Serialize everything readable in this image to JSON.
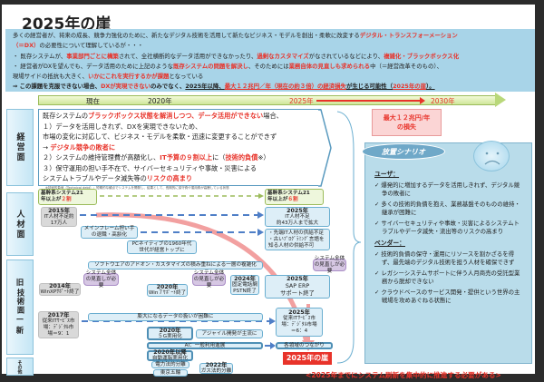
{
  "title": "2025年の崖",
  "intro": [
    [
      {
        "t": "多くの経営者が、将来の成長、競争力強化のために、新たなデジタル技術を活用して新たなビジネス・モデルを創出・柔軟に改変する"
      },
      {
        "t": "デジタル・トランスフォーメーション",
        "r": 1
      }
    ],
    [
      {
        "t": "（＝DX）",
        "r": 1
      },
      {
        "t": "の必要性について理解しているが・・・"
      }
    ],
    [
      {
        "t": "・  既存システムが、"
      },
      {
        "t": "事業部門ごとに構築",
        "r": 1
      },
      {
        "t": "されて、全社横断的なデータ活用ができなかったり、"
      },
      {
        "t": "過剰なカスタマイズ",
        "r": 1
      },
      {
        "t": "がなされているなどにより、"
      },
      {
        "t": "複雑化・ブラックボックス化",
        "r": 1
      }
    ],
    [
      {
        "t": "・  経営者がDXを望んでも、データ活用のために上記のような"
      },
      {
        "t": "既存システムの問題を解決し",
        "r": 1
      },
      {
        "t": "、そのためには"
      },
      {
        "t": "業務自体の見直しも求められる",
        "r": 1
      },
      {
        "t": "中（＝経営改革そのもの）、"
      }
    ],
    [
      {
        "t": "     現場サイドの抵抗も大きく、"
      },
      {
        "t": "いかにこれを実行するかが課題",
        "r": 1
      },
      {
        "t": "となっている"
      }
    ],
    [
      {
        "t": "⇒ この課題を克服できない場合、"
      },
      {
        "t": "DXが実現できない",
        "r": 1
      },
      {
        "t": "のみでなく、"
      },
      {
        "t": "2025年以降、",
        "u": 1
      },
      {
        "t": "最大１２兆円／年（現在の約３倍）の経済損失",
        "r": 1,
        "u": 1
      },
      {
        "t": "が生じる可能性（",
        "u": 1
      },
      {
        "t": "2025年の崖",
        "r": 1,
        "u": 1
      },
      {
        "t": "）。",
        "u": 1
      }
    ]
  ],
  "timeline": {
    "now": "現在",
    "y2020": "2020年",
    "y2025": "2025年",
    "y2030": "2030年"
  },
  "loss": {
    "line1": "最大１２兆円/年",
    "line2": "の損失"
  },
  "sections": {
    "management": "経営面",
    "hr": "人材面",
    "tech_old": "旧",
    "tech": "技術面",
    "dash": "ー",
    "tech_new": "新",
    "other": "その他"
  },
  "management": [
    [
      {
        "t": "既存システムの"
      },
      {
        "t": "ブラックボックス状態を解消しつつ、データ活用ができない",
        "r": 1
      },
      {
        "t": "場合、"
      }
    ],
    [
      {
        "t": " １）データを活用しきれず、DXを実現できないため、"
      }
    ],
    [
      {
        "t": "       市場の変化に対応して、ビジネス・モデルを柔軟・迅速に変更することができず"
      }
    ],
    [
      {
        "t": "       →  "
      },
      {
        "t": "デジタル競争の敗者に",
        "r": 1
      }
    ],
    [
      {
        "t": " ２）システムの維持管理費が高額化し、"
      },
      {
        "t": "IT予算の９割以上",
        "r": 1
      },
      {
        "t": "に（"
      },
      {
        "t": "技術的負債",
        "r": 1
      },
      {
        "t": "※）"
      }
    ],
    [
      {
        "t": " ３）保守運用の担い手不在で、サイバーセキュリティや事故・災害による"
      }
    ],
    [
      {
        "t": "       システムトラブルやデータ滅失等の"
      },
      {
        "t": "リスクの高まり",
        "r": 1
      }
    ]
  ],
  "footnote": "※技術的負債（Technical debt）：短期的な観点でシステムを開発し、結果として、長期的に保守費や運用費が高騰している状態",
  "hr": {
    "core_now": [
      {
        "t": "基幹系システム21"
      },
      {
        "t": "年以上が"
      },
      {
        "t": "２割",
        "r": 1
      }
    ],
    "core_2025": [
      {
        "t": "基幹系システム21"
      },
      {
        "t": "年以上が"
      },
      {
        "t": "６割",
        "r": 1
      }
    ],
    "y2015": {
      "year": "2015年",
      "l1": "IT人材不足約",
      "l2": "17万人"
    },
    "y2025": {
      "year": "2025年",
      "l1": "IT人材不足",
      "l2": "約43万人まで拡大"
    },
    "mainframe": {
      "l1": "メインフレーム担い手",
      "l2": "の退職・高齢化"
    },
    "shortage": {
      "l1": "・先端IT人材の供給不足",
      "l2": "・古いﾌﾟﾛｸﾞﾗﾐﾝｸﾞ言語を",
      "l3": "知る人材の供給不可"
    },
    "pc_native": {
      "l1": "PCネイティブの1960年代",
      "l2": "世代が経営トップに"
    }
  },
  "tech": {
    "software": "ソフトウエアのアドオン・カスタマイズの積み重ねによる一層の複雑化",
    "review": "システム全体の見直しが必要",
    "y2014": {
      "year": "2014年",
      "l1": "WinXPｻﾎﾟｰﾄ終了"
    },
    "y2020": {
      "year": "2020年",
      "l1": "Win７ｻﾎﾟｰﾄ終了"
    },
    "y2024": {
      "year": "2024年",
      "l1": "固定電話網",
      "l2": "PSTN終了"
    },
    "sap": {
      "year": "2025年",
      "l1": "SAP ERP",
      "l2": "サポート終了"
    },
    "y2017": {
      "year": "2017年",
      "l1": "従来ITｻｰﾋﾞｽ市",
      "l2": "場：ﾃﾞｼﾞﾀﾙ市",
      "l3": "場＝9：1"
    },
    "data": "膨大になるデータの扱いが困難に",
    "y2025n": {
      "year": "2025年",
      "l1": "従来ITｻｰﾋﾞｽ市",
      "l2": "場：ﾃﾞｼﾞﾀﾙ市場",
      "l3": "＝6：4"
    },
    "g5": {
      "year": "2020年",
      "l1": "５G実用化"
    },
    "agile": "アジャイル開発が主流に",
    "ai": "AI：一般利用進展",
    "connect": "各領域のつながり"
  },
  "other": {
    "auto": {
      "year": "2020年以降",
      "l1": "自動運転実用化"
    },
    "power": "電力法的分離",
    "olympics": "東京五輪",
    "gas": {
      "year": "2022年",
      "l1": "ガス法的分離"
    }
  },
  "cliff": "2025年の崖",
  "scenario": {
    "label": "放置シナリオ",
    "user_heading": "ユーザ：",
    "user_items": [
      "✓ 爆発的に増加するデータを活用しきれず、デジタル競争の敗者に",
      "✓ 多くの技術的負債を抱え、業務基盤そのものの維持・継承が困難に",
      "✓ サイバーセキュリティや事故・災害によるシステムトラブルやデータ滅失・流出等のリスクの高まり"
    ],
    "vendor_heading": "ベンダー：",
    "vendor_items": [
      "✓ 技術的負債の保守・運用にリソースを割かざるを得ず、最先端のデジタル技術を担う人材を確保できず",
      "✓ レガシーシステムサポートに伴う人月商売の受託型業務から脱却できない",
      "✓ クラウドベースのサービス開発・提供という世界の主戦場を攻めあぐねる状態に"
    ]
  },
  "conclusion": "<2025年までにシステム刷新を集中的に推進する必要がある>",
  "colors": {
    "accent_red": "#e8332a",
    "intro_bg": "#a8d4e8",
    "scenario_bg": "#b9dcea",
    "timeline_green": "#cfe69a"
  }
}
